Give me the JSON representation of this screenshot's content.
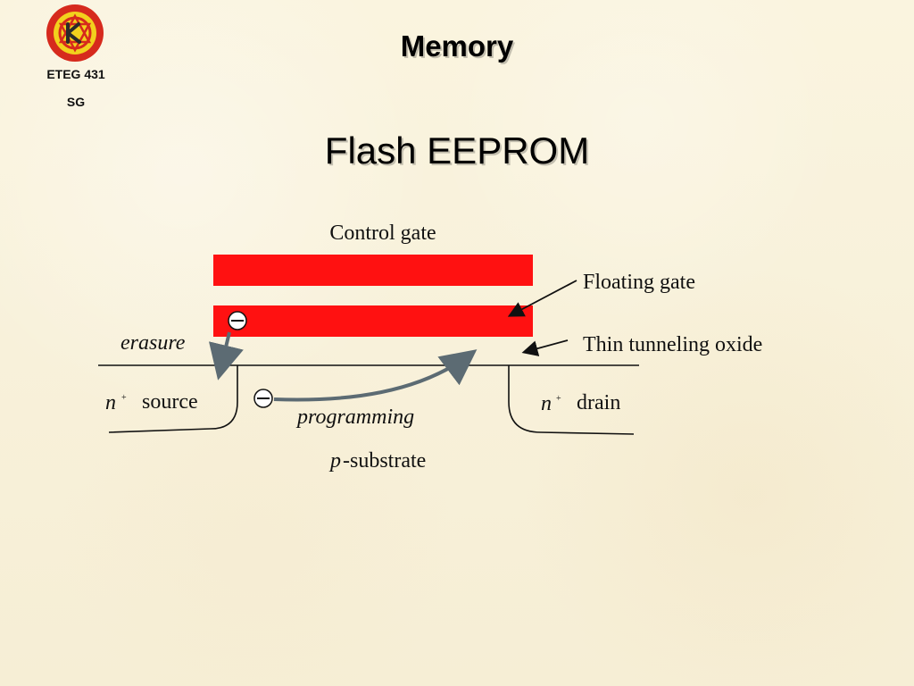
{
  "header": {
    "course": "ETEG 431",
    "code": "SG",
    "title": "Memory"
  },
  "slide": {
    "title": "Flash EEPROM"
  },
  "diagram": {
    "labels": {
      "control_gate": "Control gate",
      "floating_gate": "Floating gate",
      "thin_tunneling_oxide": "Thin tunneling oxide",
      "erasure": "erasure",
      "n_left": "n",
      "n_left_sup": "+",
      "source": "source",
      "n_right": "n",
      "n_right_sup": "+",
      "drain": "drain",
      "programming": "programming",
      "p_symbol": "p",
      "substrate": "-substrate"
    },
    "symbols": {
      "electron": "⊖"
    },
    "colors": {
      "gate": "#ff1111",
      "arrow": "#5c6b73",
      "line": "#111111"
    }
  }
}
